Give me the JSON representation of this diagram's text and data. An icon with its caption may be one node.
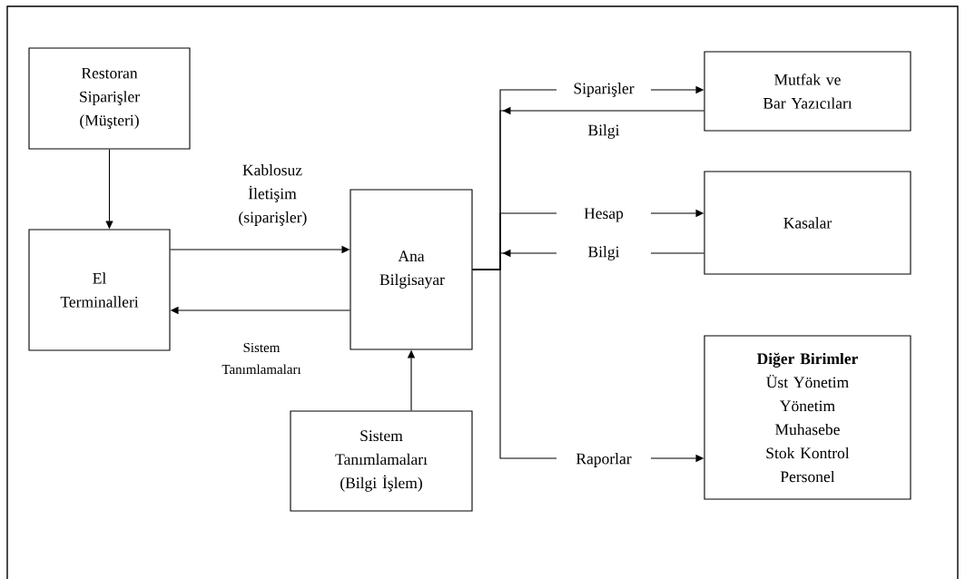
{
  "diagram": {
    "nodes": [
      {
        "text": [
          "Restoran Siparişler (Müşteri)"
        ]
      },
      {
        "text": [
          "El Terminalleri"
        ]
      },
      {
        "text": [
          "Ana Bilgisayar"
        ]
      },
      {
        "text": [
          "Sistem Tanımlamaları (Bilgi İşlem)"
        ]
      },
      {
        "text": [
          "Mutfak ve Bar Yazıcıları"
        ]
      },
      {
        "text": [
          "Kasalar"
        ]
      },
      {
        "text": [
          "Diğer Birimler",
          "Üst Yönetim",
          "Yönetim",
          "Muhasebe",
          "Stok Kontrol",
          "Personel"
        ]
      }
    ],
    "edges": [
      {
        "from": 0,
        "to": 1,
        "arrow": "to"
      },
      {
        "from": 1,
        "to": 2,
        "arrow": "to",
        "label": "Kablosuz İletişim (siparişler)"
      },
      {
        "from": 2,
        "to": 1,
        "arrow": "to",
        "label": "Sistem Tanımlamaları"
      },
      {
        "from": 3,
        "to": 2,
        "arrow": "to"
      },
      {
        "from": 2,
        "to": 4,
        "arrow": "to",
        "label": "Siparişler"
      },
      {
        "from": 4,
        "to": 2,
        "arrow": "to",
        "label": "Bilgi"
      },
      {
        "from": 2,
        "to": 5,
        "arrow": "to",
        "label": "Hesap"
      },
      {
        "from": 5,
        "to": 2,
        "arrow": "to",
        "label": "Bilgi"
      },
      {
        "from": 2,
        "to": 6,
        "arrow": "to",
        "label": "Raporlar"
      }
    ]
  }
}
